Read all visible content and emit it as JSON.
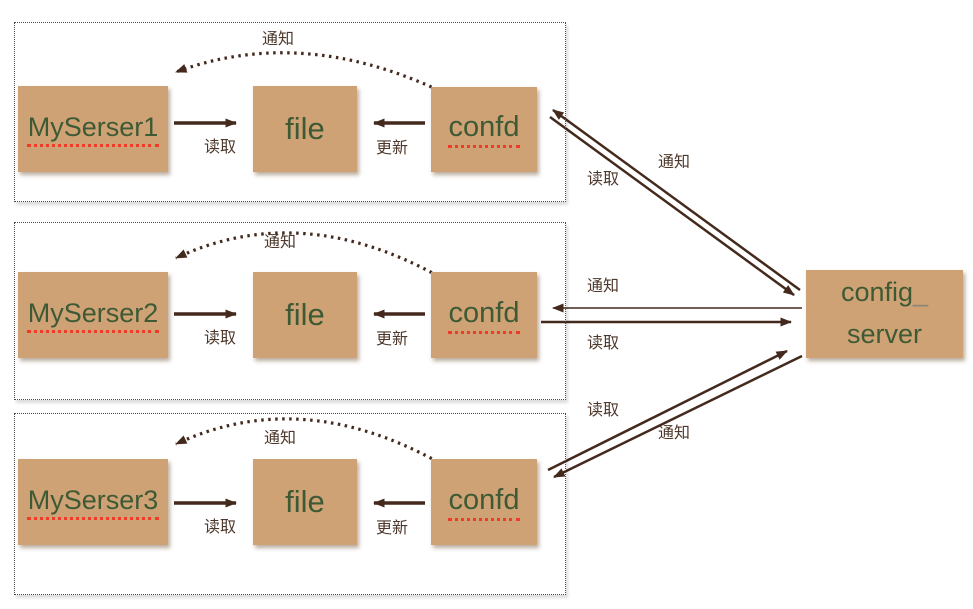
{
  "colors": {
    "node_fill": "#cfa276",
    "node_text": "#3e5a34",
    "arrow": "#44291d",
    "label_text": "#4d382b",
    "spellcheck_underline": "#f03b28",
    "underscore_text": "#8a8577"
  },
  "groups": [
    {
      "server_label": "MySerser1",
      "file_label": "file",
      "confd_label": "confd",
      "notify_label": "通知",
      "read_label": "读取",
      "update_label": "更新"
    },
    {
      "server_label": "MySerser2",
      "file_label": "file",
      "confd_label": "confd",
      "notify_label": "通知",
      "read_label": "读取",
      "update_label": "更新"
    },
    {
      "server_label": "MySerser3",
      "file_label": "file",
      "confd_label": "confd",
      "notify_label": "通知",
      "read_label": "读取",
      "update_label": "更新"
    }
  ],
  "config_server": {
    "line1": "config",
    "underscore": "_",
    "line2": "server"
  },
  "config_links": [
    {
      "notify_label": "通知",
      "read_label": "读取"
    },
    {
      "notify_label": "通知",
      "read_label": "读取"
    },
    {
      "notify_label": "通知",
      "read_label": "读取"
    }
  ]
}
